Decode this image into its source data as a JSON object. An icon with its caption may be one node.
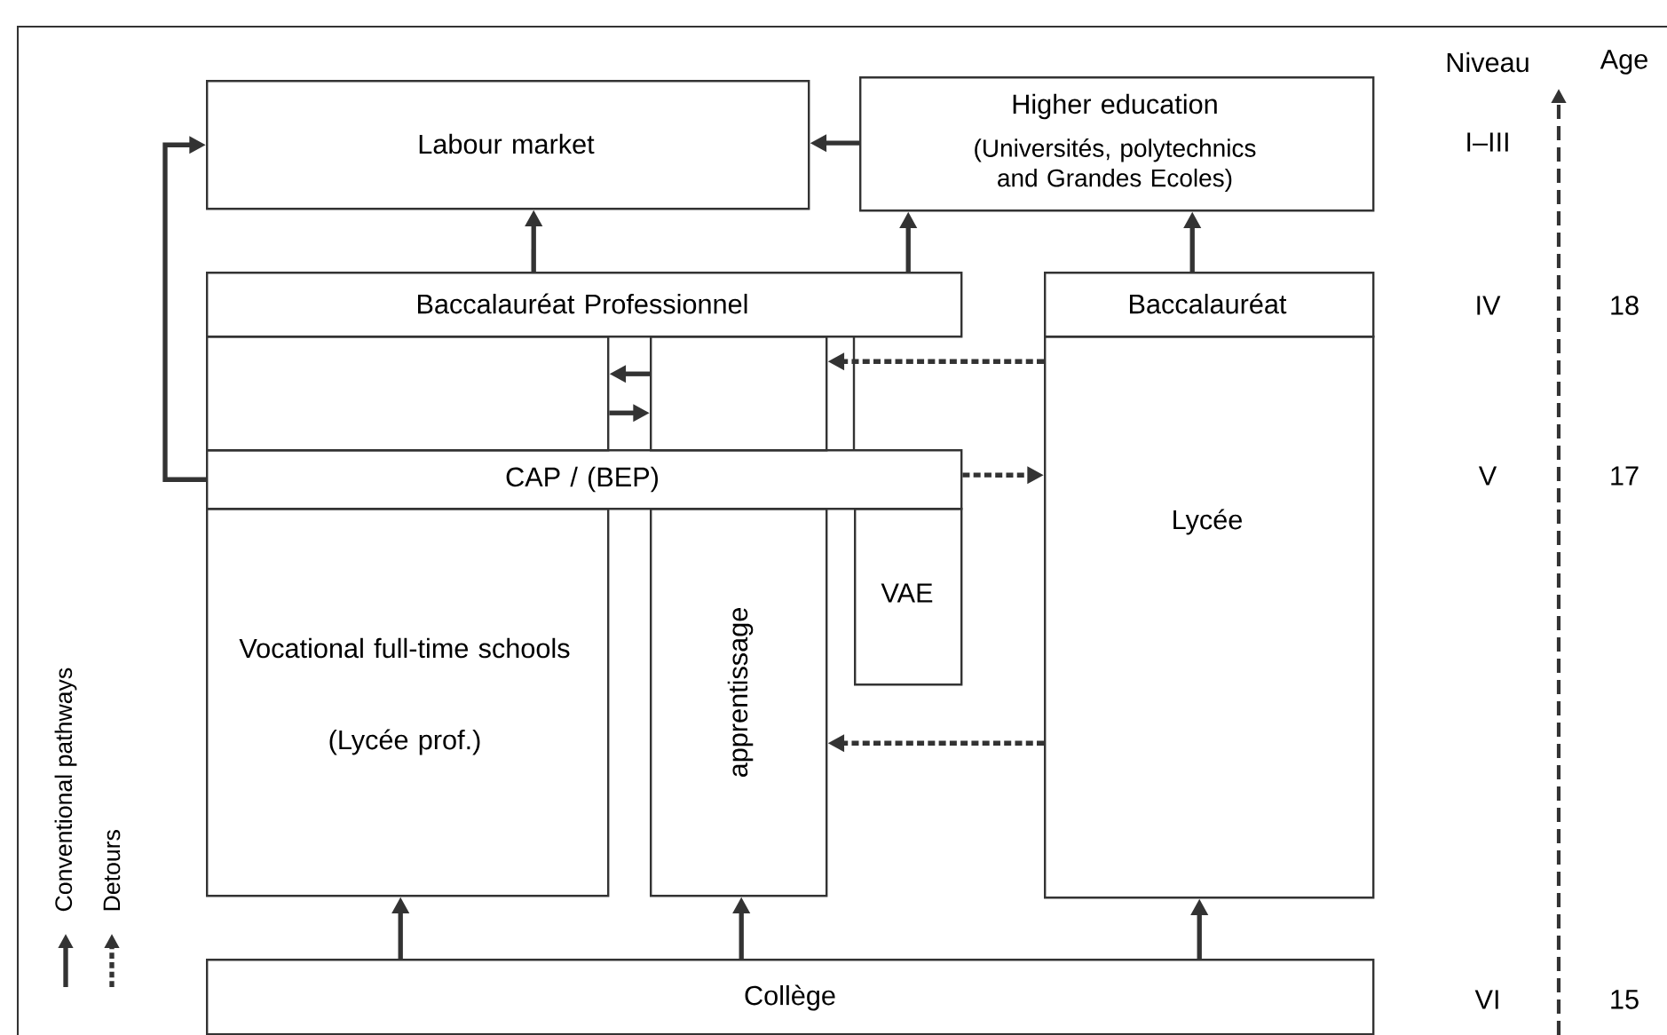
{
  "diagram": {
    "nodes": [
      {
        "text": [
          "Labour market"
        ]
      },
      {
        "text": [
          "Higher education",
          "(Universités, polytechnics and Grandes Ecoles)"
        ]
      },
      {
        "text": [
          "Baccalauréat Professionnel"
        ]
      },
      {
        "text": [
          "Baccalauréat"
        ]
      },
      {
        "text": [],
        "shape": "box"
      },
      {
        "text": [],
        "shape": "box"
      },
      {
        "text": [
          "CAP / (BEP)"
        ]
      },
      {
        "text": [
          "Lycée"
        ]
      },
      {
        "text": [
          "Vocational full-time schools",
          "(Lycée prof.)"
        ]
      },
      {
        "text": [
          "apprentissage"
        ]
      },
      {
        "text": [
          "VAE"
        ]
      },
      {
        "text": [
          "Collège"
        ]
      }
    ],
    "edges": [
      {
        "from": 1,
        "to": 0,
        "arrow": "to"
      },
      {
        "from": 6,
        "to": 0,
        "arrow": "to"
      },
      {
        "from": 2,
        "to": 0,
        "arrow": "to"
      },
      {
        "from": 2,
        "to": 1,
        "arrow": "to"
      },
      {
        "from": 3,
        "to": 1,
        "arrow": "to"
      },
      {
        "from": 5,
        "to": 4,
        "arrow": "to"
      },
      {
        "from": 4,
        "to": 5,
        "arrow": "to"
      },
      {
        "from": 7,
        "to": 5,
        "arrow": "to",
        "style": "dashed"
      },
      {
        "from": 6,
        "to": 7,
        "arrow": "to",
        "style": "dashed"
      },
      {
        "from": 7,
        "to": 9,
        "arrow": "to",
        "style": "dashed"
      },
      {
        "from": 11,
        "to": 8,
        "arrow": "to"
      },
      {
        "from": 11,
        "to": 9,
        "arrow": "to"
      },
      {
        "from": 11,
        "to": 7,
        "arrow": "to"
      }
    ],
    "labels": [
      "Niveau",
      "Age",
      "I–III",
      "IV",
      "18",
      "V",
      "17",
      "VI",
      "15"
    ],
    "legend": [
      {
        "text": "Conventional pathways"
      },
      {
        "text": "Detours"
      }
    ]
  }
}
